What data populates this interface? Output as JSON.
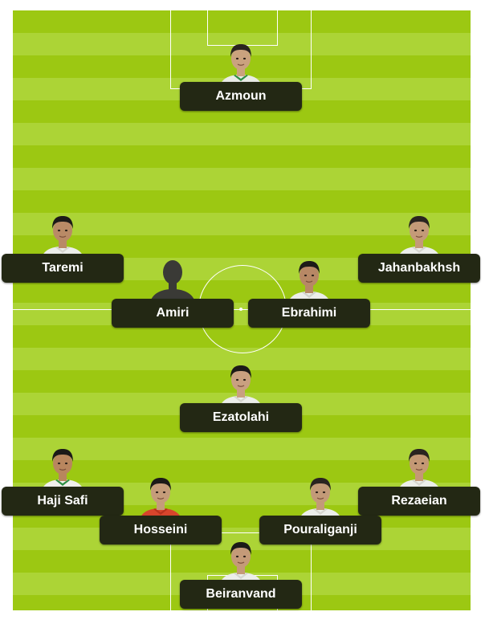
{
  "formation": {
    "players": [
      {
        "id": "azmoun",
        "name": "Azmoun",
        "skin": "#caa27e",
        "hair": "#2a2420",
        "kit": "#e9ece6",
        "trim": "#2f8f46",
        "silhouette": false
      },
      {
        "id": "taremi",
        "name": "Taremi",
        "skin": "#b98a66",
        "hair": "#1c1a18",
        "kit": "#eceeea",
        "trim": "#d6d6d0",
        "silhouette": false
      },
      {
        "id": "jahanbakhsh",
        "name": "Jahanbakhsh",
        "skin": "#c49a78",
        "hair": "#2a2420",
        "kit": "#eceeea",
        "trim": "#d6d6d0",
        "silhouette": false
      },
      {
        "id": "amiri",
        "name": "Amiri",
        "skin": "#3a3a36",
        "hair": "#3a3a36",
        "kit": "#3a3a36",
        "trim": "#3a3a36",
        "silhouette": true
      },
      {
        "id": "ebrahimi",
        "name": "Ebrahimi",
        "skin": "#b78865",
        "hair": "#1c1a18",
        "kit": "#eceeea",
        "trim": "#cfd2cc",
        "silhouette": false
      },
      {
        "id": "ezatolahi",
        "name": "Ezatolahi",
        "skin": "#c9a080",
        "hair": "#1c1a18",
        "kit": "#eceeea",
        "trim": "#d6d6d0",
        "silhouette": false
      },
      {
        "id": "haji-safi",
        "name": "Haji Safi",
        "skin": "#b8865e",
        "hair": "#1c1a18",
        "kit": "#f0f0ec",
        "trim": "#2f8f46",
        "silhouette": false
      },
      {
        "id": "rezaeian",
        "name": "Rezaeian",
        "skin": "#c49874",
        "hair": "#2a2420",
        "kit": "#eceeea",
        "trim": "#d6d6d0",
        "silhouette": false
      },
      {
        "id": "hosseini",
        "name": "Hosseini",
        "skin": "#c59c7a",
        "hair": "#1c1a18",
        "kit": "#d8452c",
        "trim": "#b8321e",
        "silhouette": false
      },
      {
        "id": "pouraliganji",
        "name": "Pouraliganji",
        "skin": "#c39a78",
        "hair": "#2a2420",
        "kit": "#eceeea",
        "trim": "#d6d6d0",
        "silhouette": false
      },
      {
        "id": "beiranvand",
        "name": "Beiranvand",
        "skin": "#c49a78",
        "hair": "#1c1a18",
        "kit": "#eceeea",
        "trim": "#d6d6d0",
        "silhouette": false
      }
    ]
  },
  "colors": {
    "pitch_stripe_dark": "#9cc812",
    "pitch_stripe_light": "#acd436",
    "pitch_lines": "#ffffff",
    "name_plate": "#232814",
    "name_text": "#ffffff"
  }
}
